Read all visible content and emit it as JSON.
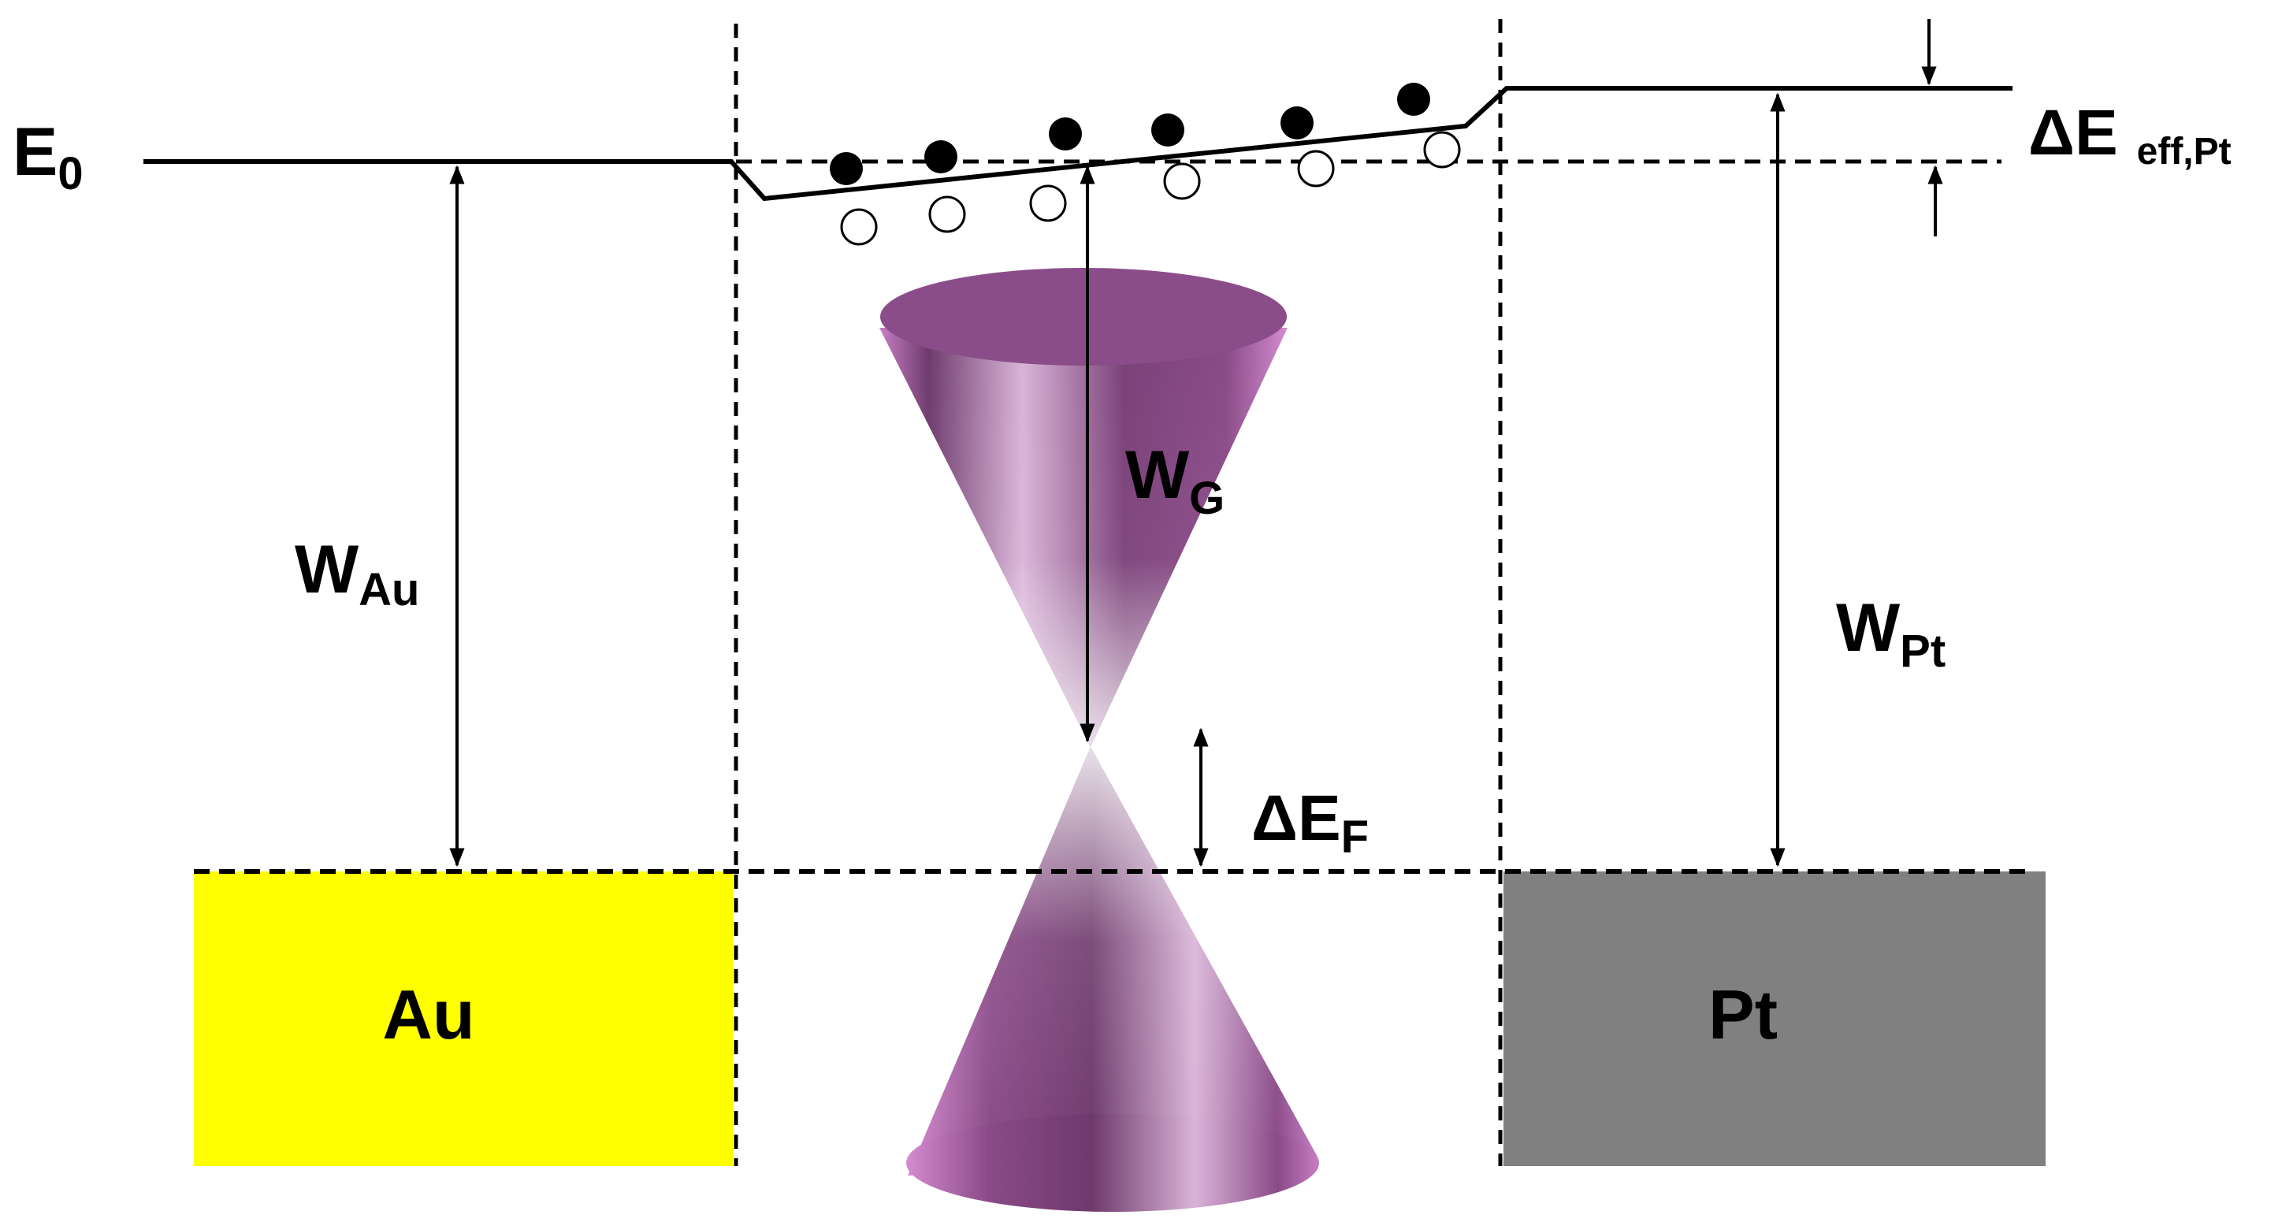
{
  "labels": {
    "e0_main": "E",
    "e0_sub": "0",
    "delta_e_eff_main": "ΔE",
    "delta_e_eff_sub": "eff,Pt",
    "w_au_main": "W",
    "w_au_sub": "Au",
    "w_g_main": "W",
    "w_g_sub": "G",
    "w_pt_main": "W",
    "w_pt_sub": "Pt",
    "delta_ef_main": "ΔE",
    "delta_ef_sub": "F",
    "au_block": "Au",
    "pt_block": "Pt"
  },
  "colors": {
    "au": "#ffff00",
    "pt": "#808080",
    "cone_dark": "#6e3a6c",
    "cone_mid": "#a05aa0",
    "cone_light": "#e8d4e8",
    "line": "#000000"
  }
}
